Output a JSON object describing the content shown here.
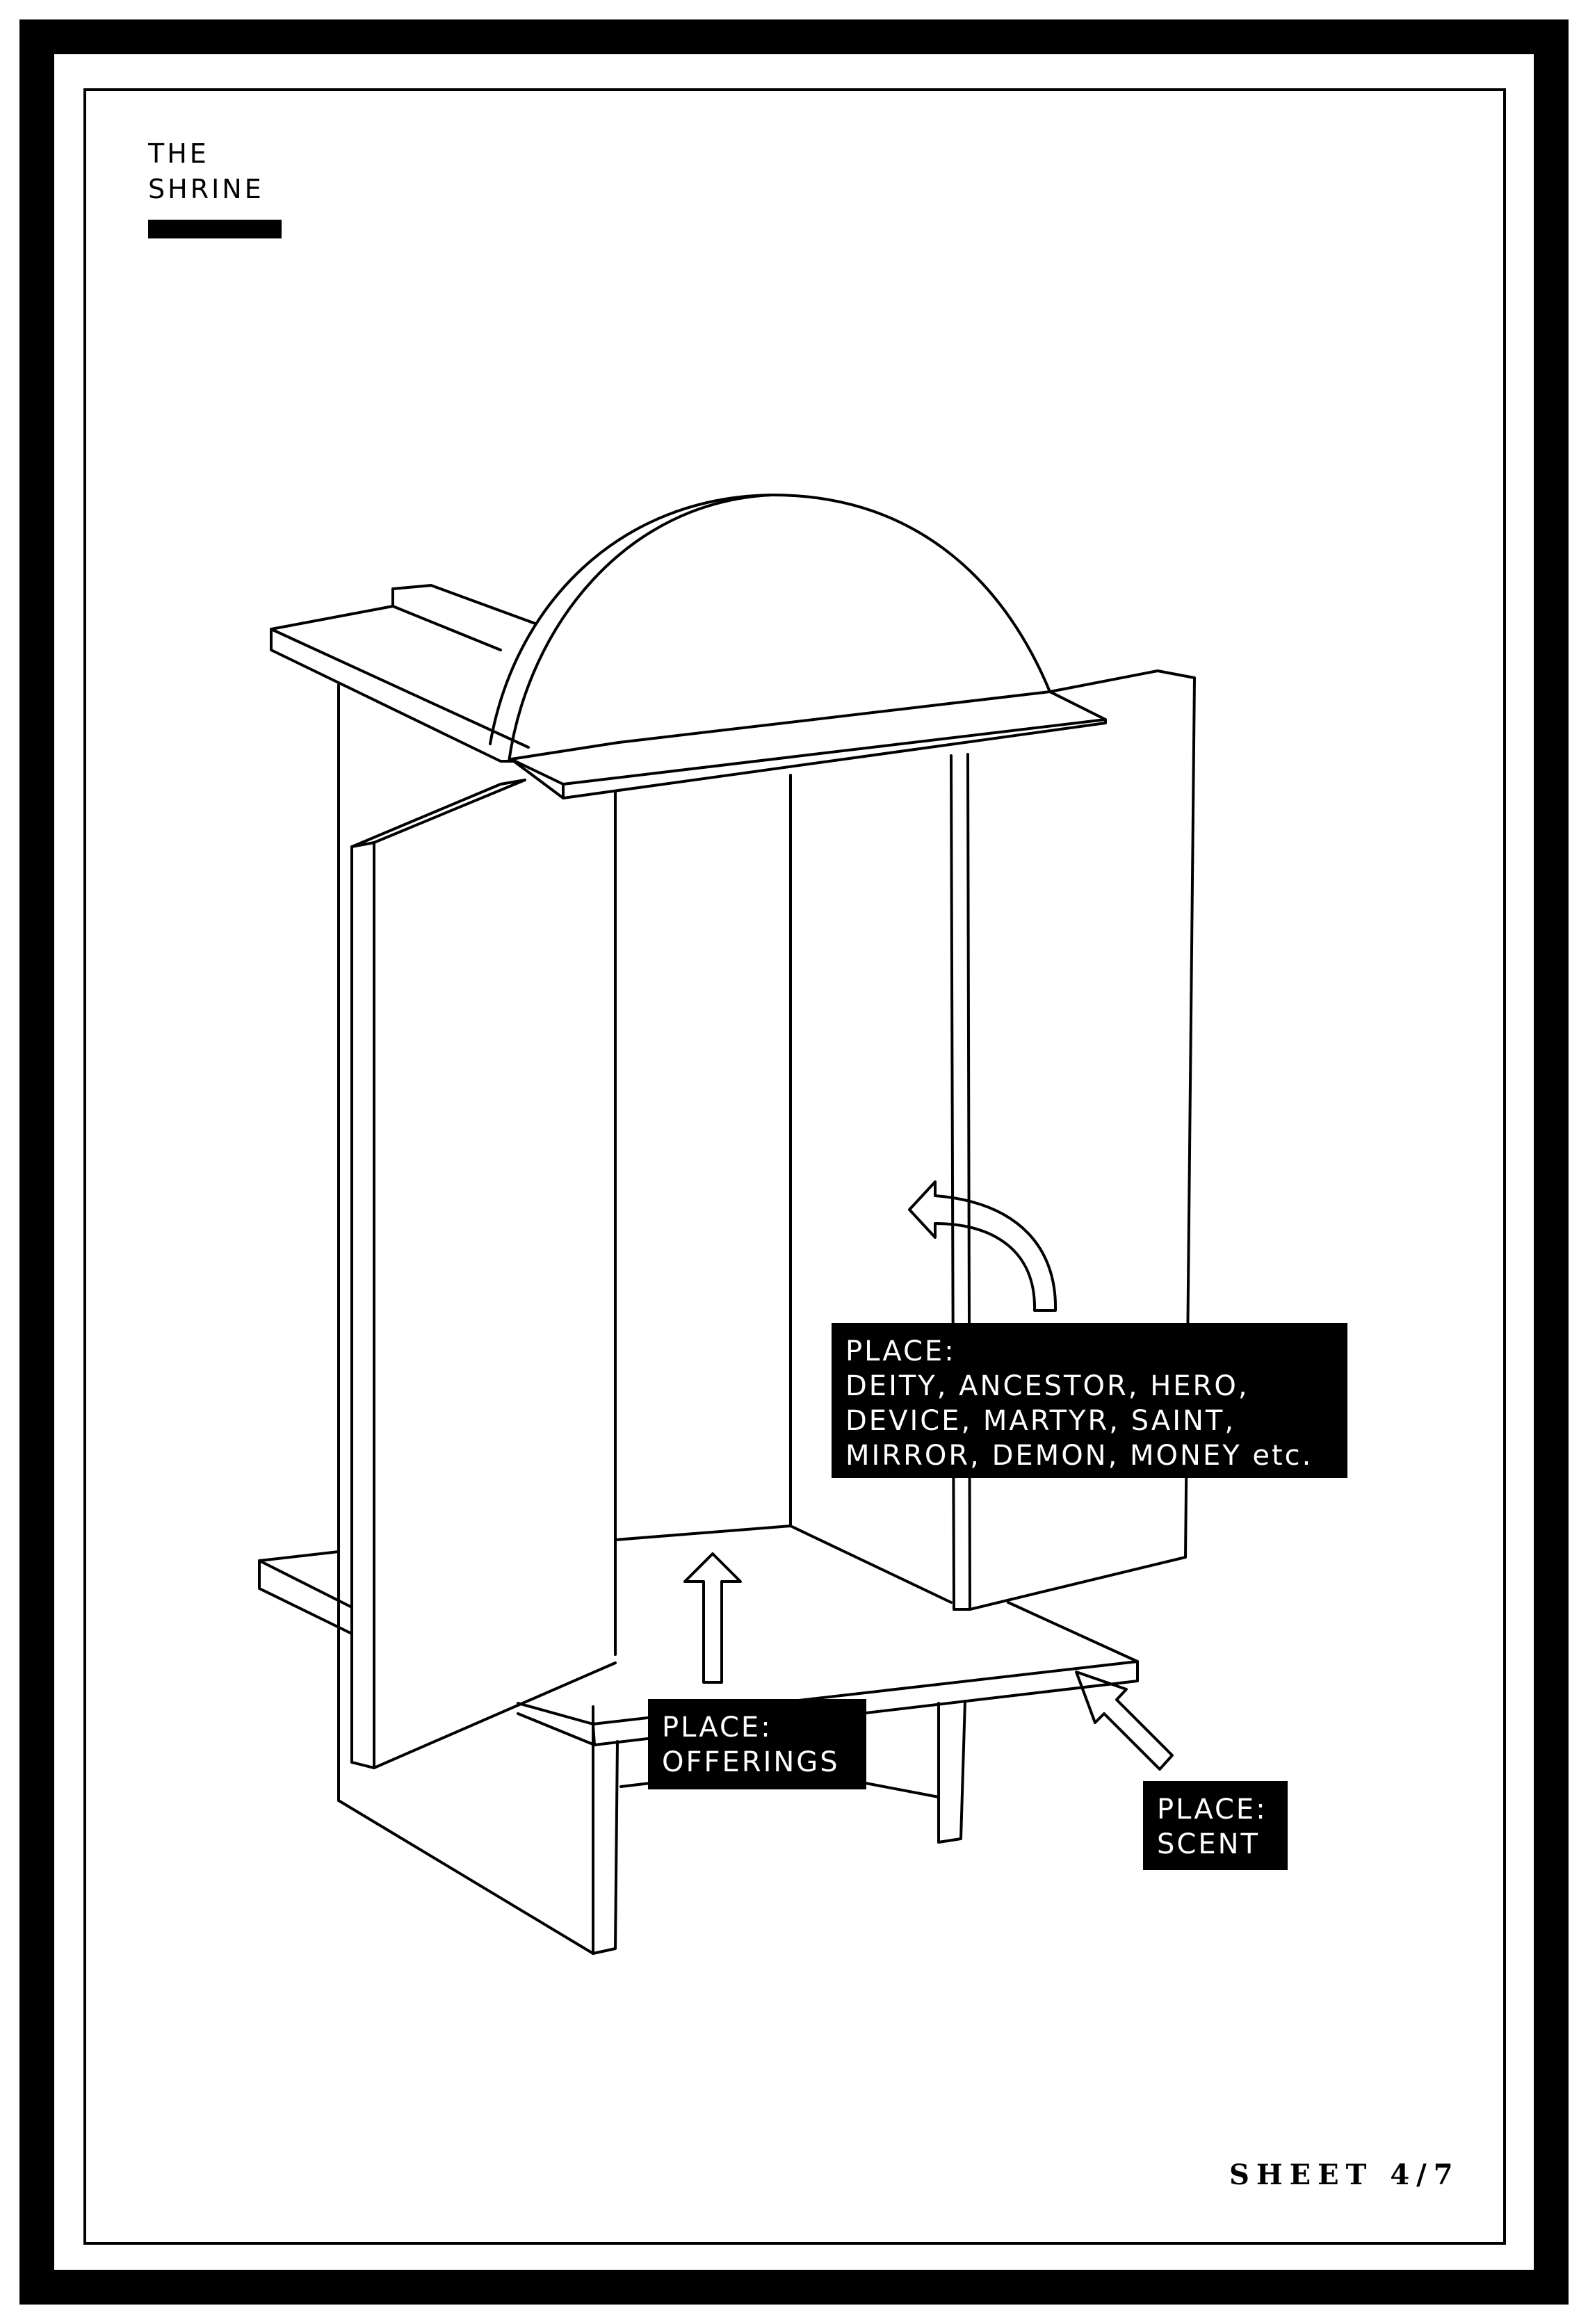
{
  "header": {
    "title_line1": "THE",
    "title_line2": "SHRINE"
  },
  "labels": {
    "deity": {
      "heading": "PLACE:",
      "lines": [
        "DEITY, ANCESTOR, HERO,",
        "DEVICE, MARTYR, SAINT,",
        "MIRROR, DEMON, MONEY etc."
      ]
    },
    "offerings": {
      "heading": "PLACE:",
      "text": "OFFERINGS"
    },
    "scent": {
      "heading": "PLACE:",
      "text": "SCENT"
    }
  },
  "footer": {
    "sheet": "SHEET 4/7"
  }
}
